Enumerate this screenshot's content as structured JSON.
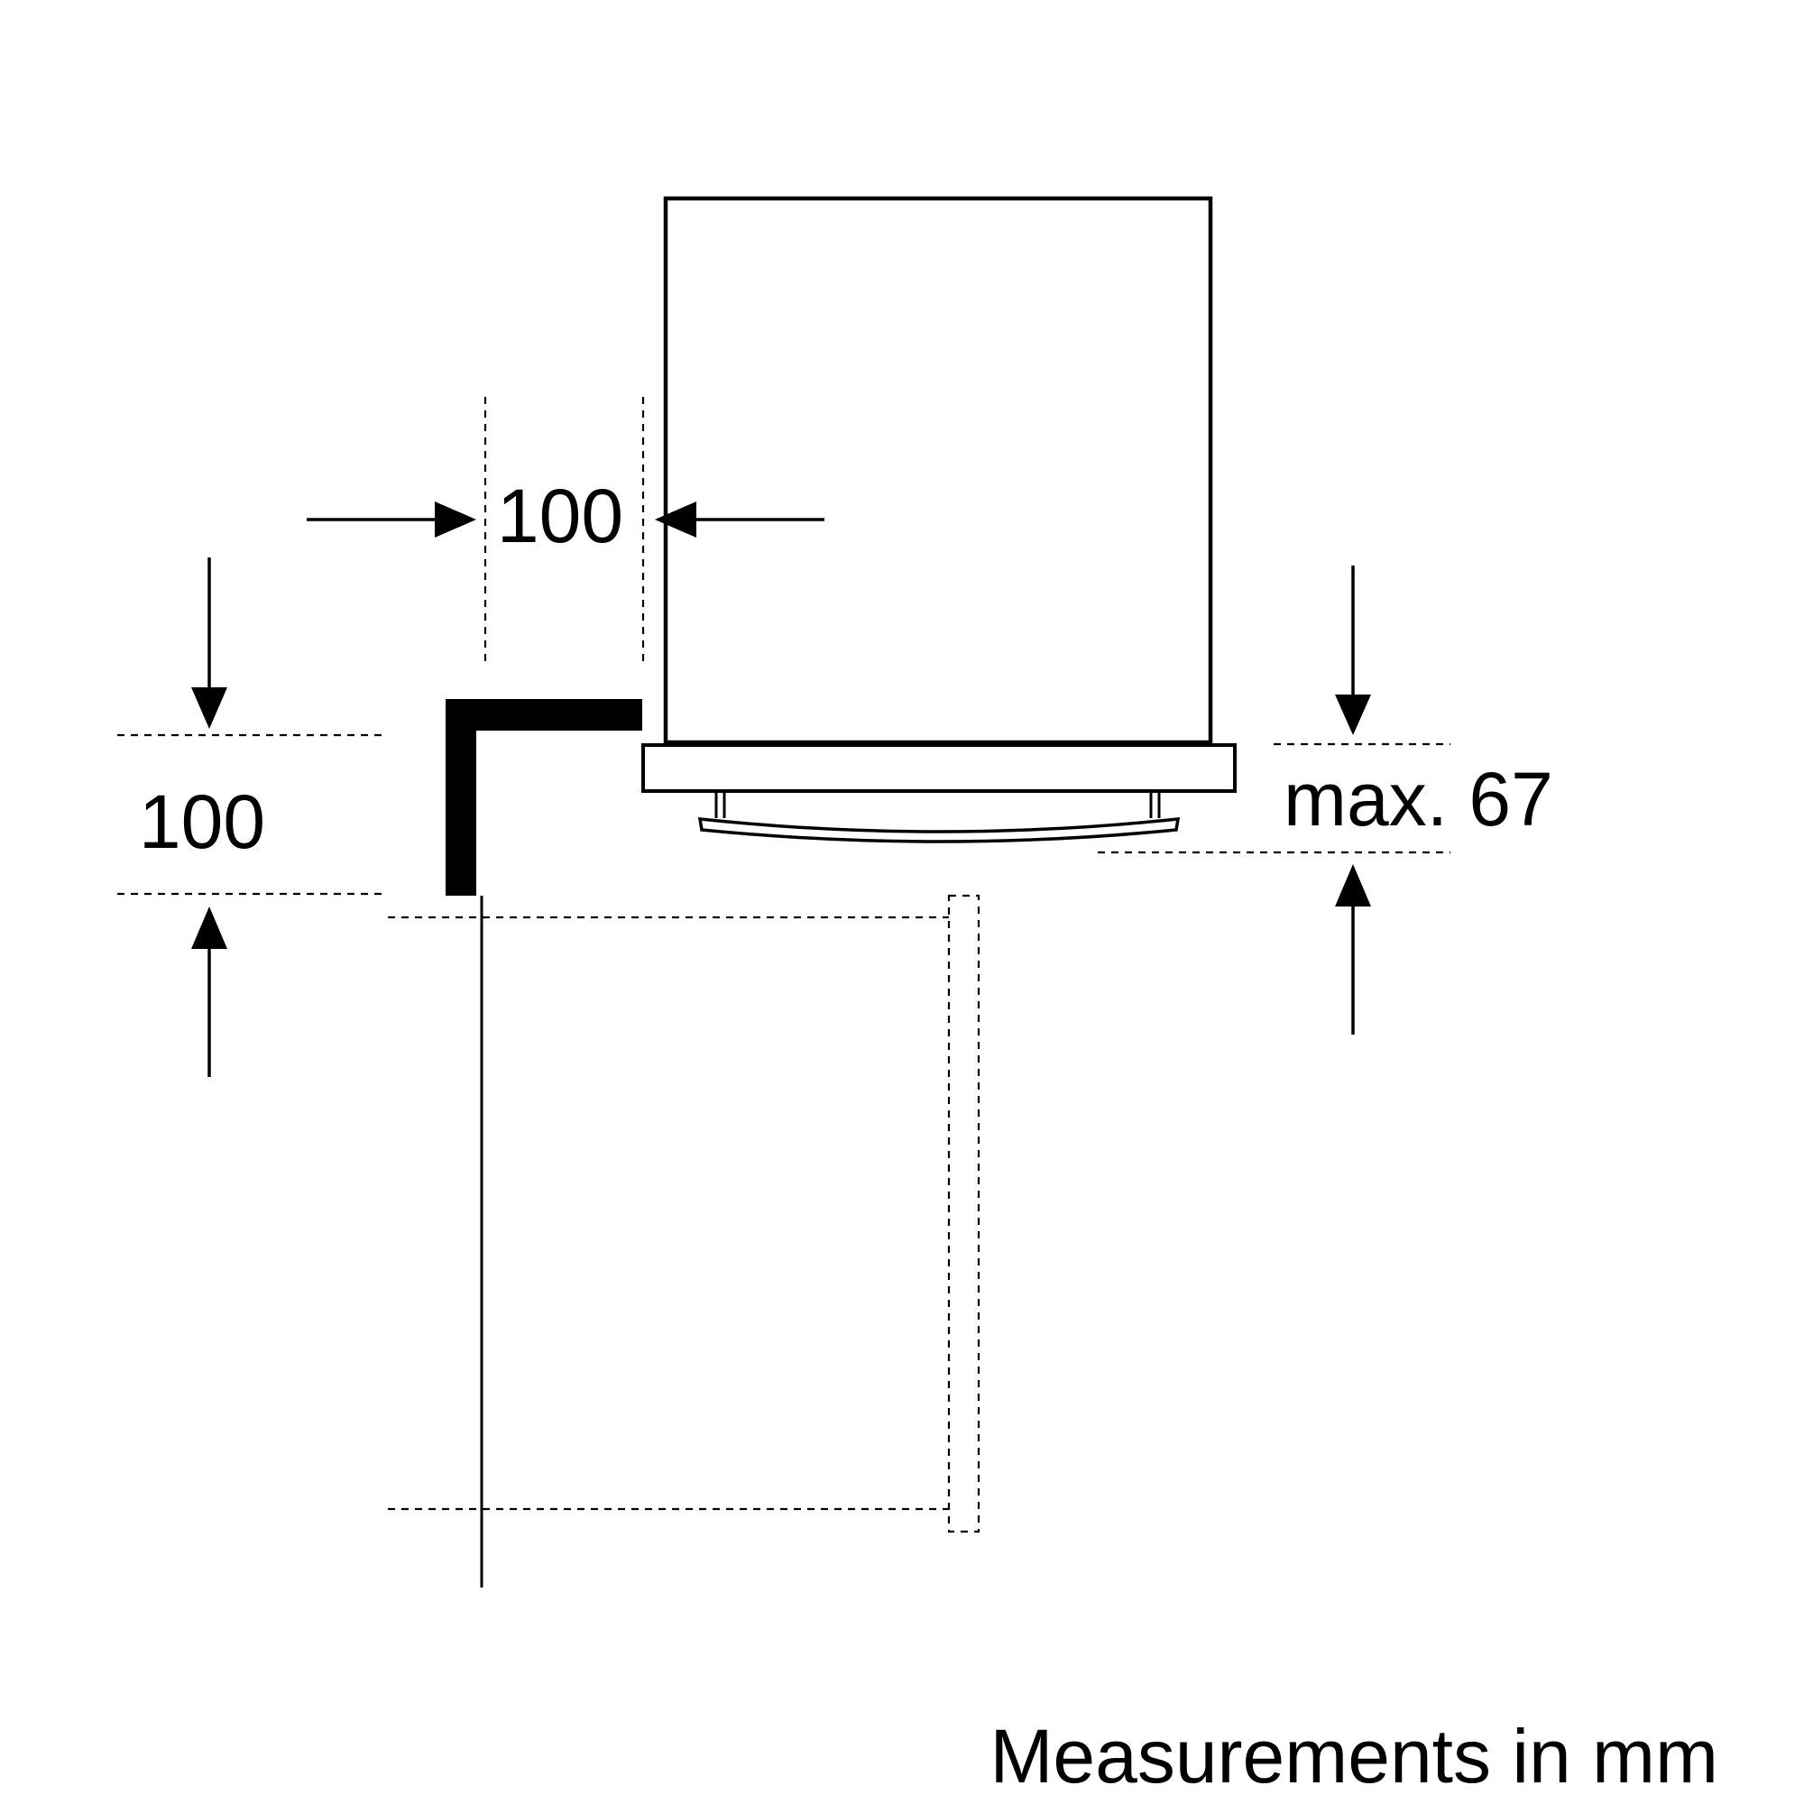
{
  "dimensions": {
    "horizontal_clearance": "100",
    "vertical_clearance": "100",
    "max_depth": "max. 67"
  },
  "footer": {
    "units_note": "Measurements in mm"
  },
  "colors": {
    "line": "#000000",
    "background": "#ffffff"
  }
}
